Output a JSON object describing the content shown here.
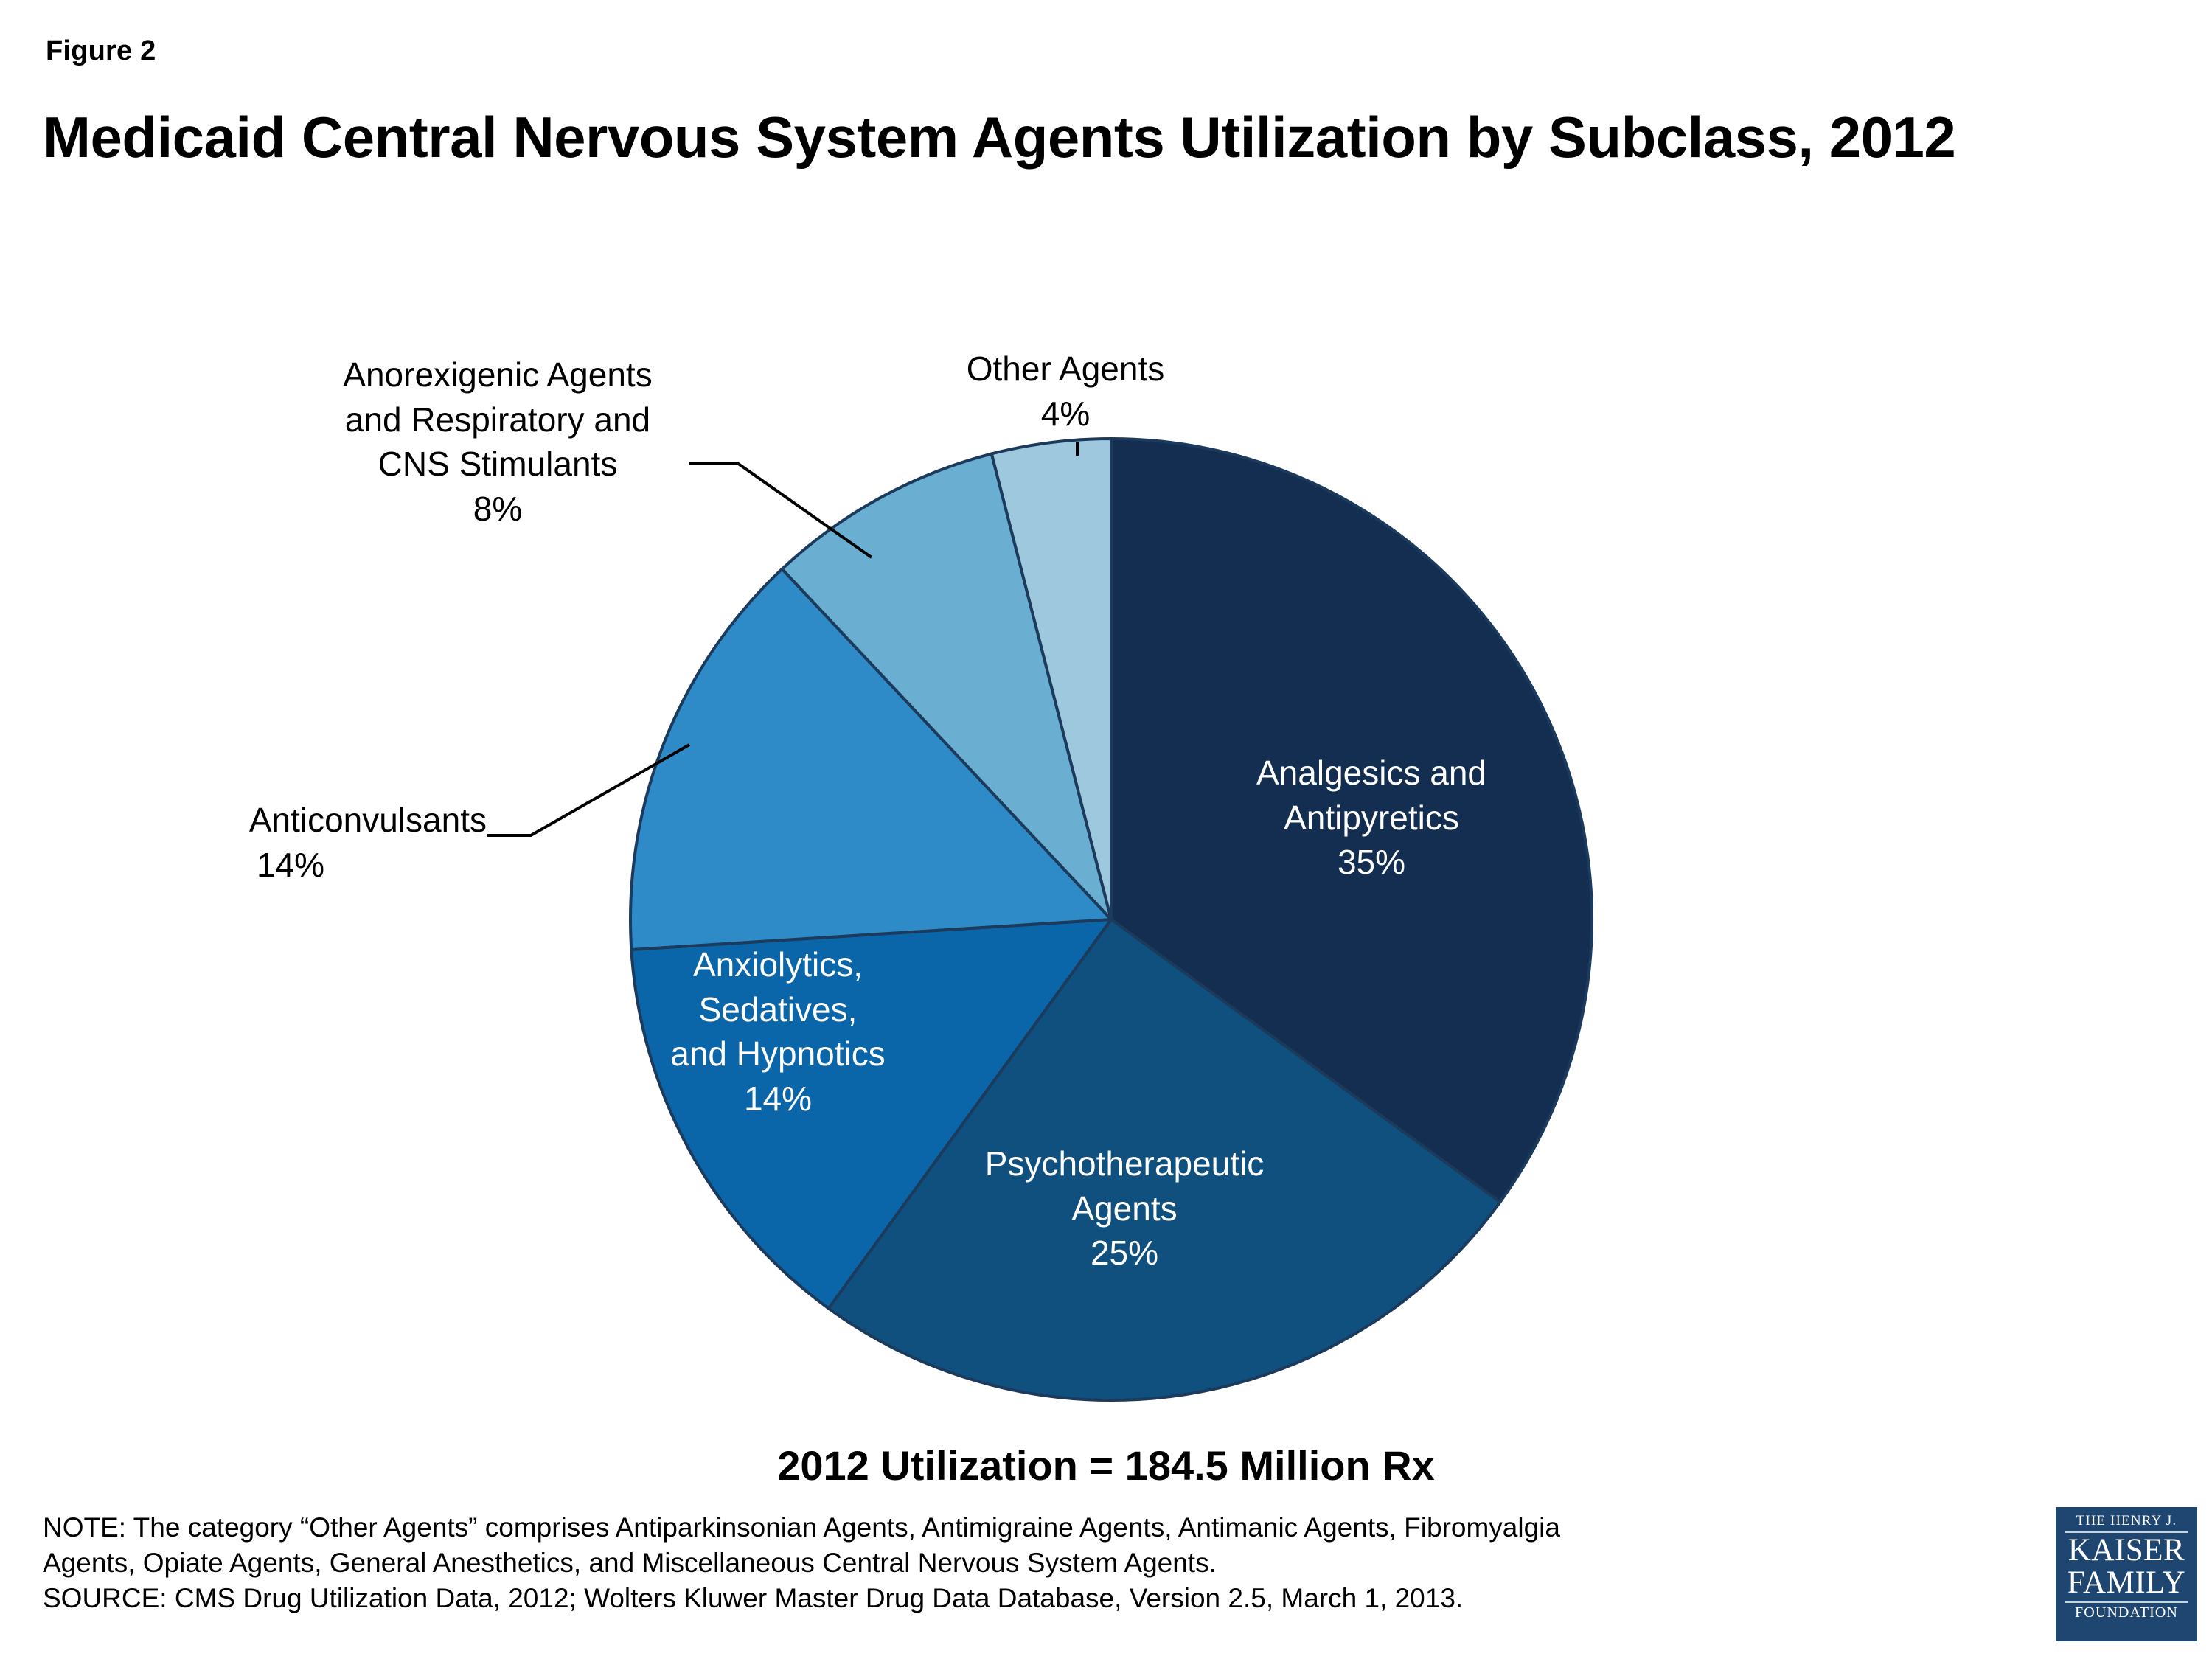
{
  "figure": {
    "label": "Figure 2"
  },
  "title": {
    "text": "Medicaid Central Nervous System Agents Utilization by Subclass, 2012"
  },
  "chart_data": {
    "type": "pie",
    "title": "Medicaid Central Nervous System Agents Utilization by Subclass, 2012",
    "total_caption": "2012 Utilization = 184.5 Million Rx",
    "legend": "none",
    "labels_position": "on-slice-and-callout",
    "start_angle_deg": 0,
    "direction": "clockwise",
    "categories": [
      "Analgesics and Antipyretics",
      "Psychotherapeutic Agents",
      "Anxiolytics, Sedatives, and Hypnotics",
      "Anticonvulsants",
      "Anorexigenic Agents and Respiratory and CNS Stimulants",
      "Other Agents"
    ],
    "values": [
      35,
      25,
      14,
      14,
      8,
      4
    ],
    "value_labels": [
      "35%",
      "25%",
      "14%",
      "14%",
      "8%",
      "4%"
    ],
    "colors": [
      "#142E52",
      "#10507F",
      "#0A66A8",
      "#2E8BC8",
      "#6AAED1",
      "#9EC8DE"
    ],
    "slice_border_color": "#1B3A5C",
    "slices": [
      {
        "name": "Analgesics and Antipyretics",
        "value": 35,
        "pct_label": "35%",
        "color": "#142E52",
        "label_lines": [
          "Analgesics and",
          "Antipyretics"
        ],
        "label_placement": "inside"
      },
      {
        "name": "Psychotherapeutic Agents",
        "value": 25,
        "pct_label": "25%",
        "color": "#10507F",
        "label_lines": [
          "Psychotherapeutic",
          "Agents"
        ],
        "label_placement": "inside"
      },
      {
        "name": "Anxiolytics, Sedatives, and Hypnotics",
        "value": 14,
        "pct_label": "14%",
        "color": "#0A66A8",
        "label_lines": [
          "Anxiolytics,",
          "Sedatives,",
          "and Hypnotics"
        ],
        "label_placement": "inside"
      },
      {
        "name": "Anticonvulsants",
        "value": 14,
        "pct_label": "14%",
        "color": "#2E8BC8",
        "label_lines": [
          "Anticonvulsants"
        ],
        "label_placement": "callout"
      },
      {
        "name": "Anorexigenic Agents and Respiratory and CNS Stimulants",
        "value": 8,
        "pct_label": "8%",
        "color": "#6AAED1",
        "label_lines": [
          "Anorexigenic Agents",
          "and Respiratory and",
          "CNS Stimulants"
        ],
        "label_placement": "callout"
      },
      {
        "name": "Other Agents",
        "value": 4,
        "pct_label": "4%",
        "color": "#9EC8DE",
        "label_lines": [
          "Other Agents"
        ],
        "label_placement": "callout"
      }
    ]
  },
  "labels": {
    "analgesics_l1": "Analgesics and",
    "analgesics_l2": "Antipyretics",
    "analgesics_pct": "35%",
    "psychotherapeutic_l1": "Psychotherapeutic",
    "psychotherapeutic_l2": "Agents",
    "psychotherapeutic_pct": "25%",
    "anxiolytics_l1": "Anxiolytics,",
    "anxiolytics_l2": "Sedatives,",
    "anxiolytics_l3": "and Hypnotics",
    "anxiolytics_pct": "14%",
    "anticonvulsants_l1": "Anticonvulsants",
    "anticonvulsants_pct": "14%",
    "anorexigenic_l1": "Anorexigenic Agents",
    "anorexigenic_l2": "and Respiratory and",
    "anorexigenic_l3": "CNS Stimulants",
    "anorexigenic_pct": "8%",
    "other_l1": "Other Agents",
    "other_pct": "4%"
  },
  "total_caption": "2012 Utilization = 184.5 Million Rx",
  "footnotes": {
    "note_line1": "NOTE: The category “Other Agents” comprises Antiparkinsonian Agents, Antimigraine Agents, Antimanic Agents, Fibromyalgia",
    "note_line2": "Agents, Opiate Agents, General Anesthetics, and Miscellaneous Central Nervous System Agents.",
    "source_line": "SOURCE: CMS Drug Utilization Data, 2012; Wolters Kluwer Master Drug Data Database, Version 2.5, March 1, 2013."
  },
  "logo": {
    "line1": "THE HENRY J.",
    "line2": "KAISER",
    "line3": "FAMILY",
    "line4": "FOUNDATION",
    "background": "#1F4670"
  }
}
